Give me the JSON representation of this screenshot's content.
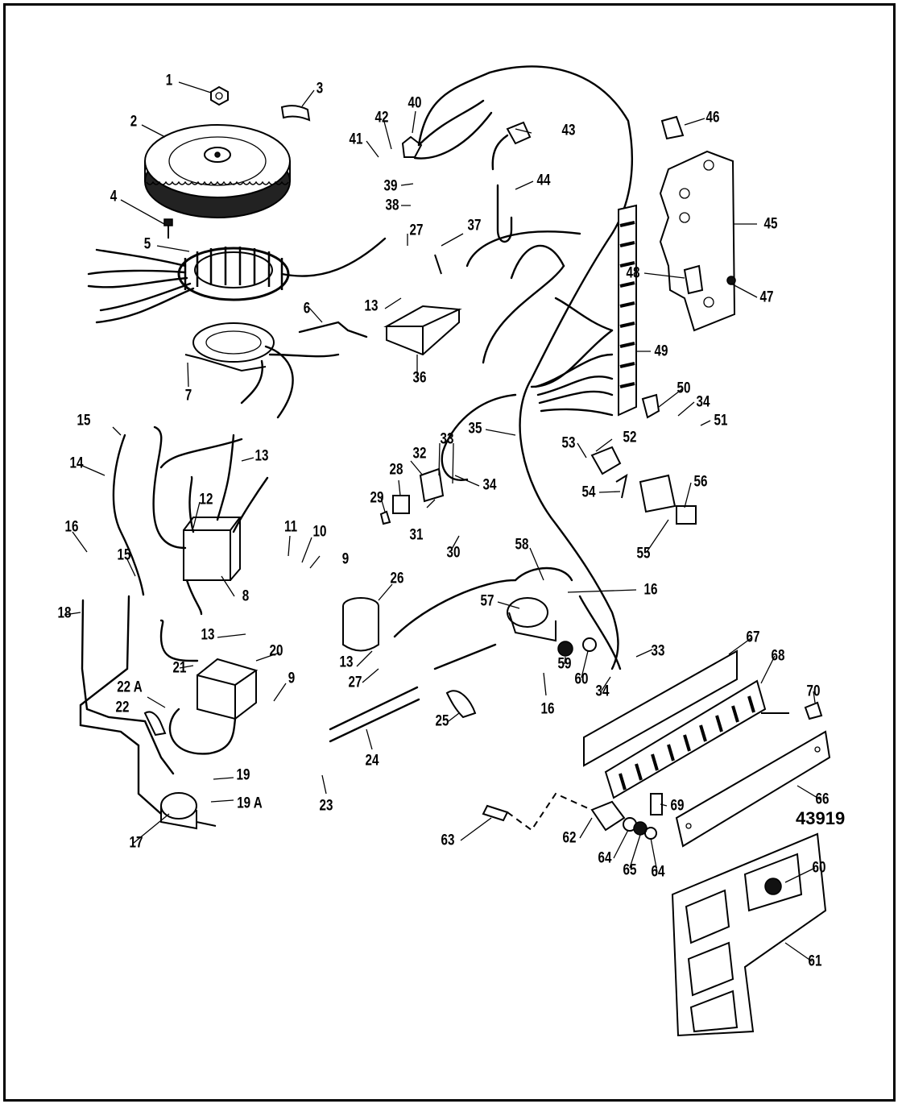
{
  "diagram": {
    "figure_number": "43919",
    "callouts": [
      {
        "id": "c1",
        "label": "1"
      },
      {
        "id": "c2",
        "label": "2"
      },
      {
        "id": "c3",
        "label": "3"
      },
      {
        "id": "c4",
        "label": "4"
      },
      {
        "id": "c5",
        "label": "5"
      },
      {
        "id": "c6",
        "label": "6"
      },
      {
        "id": "c7",
        "label": "7"
      },
      {
        "id": "c8",
        "label": "8"
      },
      {
        "id": "c9a",
        "label": "9"
      },
      {
        "id": "c9b",
        "label": "9"
      },
      {
        "id": "c10",
        "label": "10"
      },
      {
        "id": "c11",
        "label": "11"
      },
      {
        "id": "c12",
        "label": "12"
      },
      {
        "id": "c13a",
        "label": "13"
      },
      {
        "id": "c13b",
        "label": "13"
      },
      {
        "id": "c13c",
        "label": "13"
      },
      {
        "id": "c13d",
        "label": "13"
      },
      {
        "id": "c14",
        "label": "14"
      },
      {
        "id": "c15a",
        "label": "15"
      },
      {
        "id": "c15b",
        "label": "15"
      },
      {
        "id": "c16a",
        "label": "16"
      },
      {
        "id": "c16b",
        "label": "16"
      },
      {
        "id": "c16c",
        "label": "16"
      },
      {
        "id": "c17",
        "label": "17"
      },
      {
        "id": "c18",
        "label": "18"
      },
      {
        "id": "c19",
        "label": "19"
      },
      {
        "id": "c19A",
        "label": "19 A"
      },
      {
        "id": "c20",
        "label": "20"
      },
      {
        "id": "c21",
        "label": "21"
      },
      {
        "id": "c22",
        "label": "22"
      },
      {
        "id": "c22A",
        "label": "22 A"
      },
      {
        "id": "c23",
        "label": "23"
      },
      {
        "id": "c24",
        "label": "24"
      },
      {
        "id": "c25",
        "label": "25"
      },
      {
        "id": "c26",
        "label": "26"
      },
      {
        "id": "c27a",
        "label": "27"
      },
      {
        "id": "c27b",
        "label": "27"
      },
      {
        "id": "c28",
        "label": "28"
      },
      {
        "id": "c29",
        "label": "29"
      },
      {
        "id": "c30",
        "label": "30"
      },
      {
        "id": "c31",
        "label": "31"
      },
      {
        "id": "c32",
        "label": "32"
      },
      {
        "id": "c33a",
        "label": "33"
      },
      {
        "id": "c33b",
        "label": "33"
      },
      {
        "id": "c34a",
        "label": "34"
      },
      {
        "id": "c34b",
        "label": "34"
      },
      {
        "id": "c34c",
        "label": "34"
      },
      {
        "id": "c35",
        "label": "35"
      },
      {
        "id": "c36",
        "label": "36"
      },
      {
        "id": "c37",
        "label": "37"
      },
      {
        "id": "c38",
        "label": "38"
      },
      {
        "id": "c39",
        "label": "39"
      },
      {
        "id": "c40",
        "label": "40"
      },
      {
        "id": "c41",
        "label": "41"
      },
      {
        "id": "c42",
        "label": "42"
      },
      {
        "id": "c43",
        "label": "43"
      },
      {
        "id": "c44",
        "label": "44"
      },
      {
        "id": "c45",
        "label": "45"
      },
      {
        "id": "c46",
        "label": "46"
      },
      {
        "id": "c47",
        "label": "47"
      },
      {
        "id": "c48",
        "label": "48"
      },
      {
        "id": "c49",
        "label": "49"
      },
      {
        "id": "c50",
        "label": "50"
      },
      {
        "id": "c51",
        "label": "51"
      },
      {
        "id": "c52",
        "label": "52"
      },
      {
        "id": "c53",
        "label": "53"
      },
      {
        "id": "c54",
        "label": "54"
      },
      {
        "id": "c55",
        "label": "55"
      },
      {
        "id": "c56",
        "label": "56"
      },
      {
        "id": "c57",
        "label": "57"
      },
      {
        "id": "c58",
        "label": "58"
      },
      {
        "id": "c59",
        "label": "59"
      },
      {
        "id": "c60a",
        "label": "60"
      },
      {
        "id": "c60b",
        "label": "60"
      },
      {
        "id": "c61",
        "label": "61"
      },
      {
        "id": "c62",
        "label": "62"
      },
      {
        "id": "c63",
        "label": "63"
      },
      {
        "id": "c64a",
        "label": "64"
      },
      {
        "id": "c64b",
        "label": "64"
      },
      {
        "id": "c65",
        "label": "65"
      },
      {
        "id": "c66",
        "label": "66"
      },
      {
        "id": "c67",
        "label": "67"
      },
      {
        "id": "c68",
        "label": "68"
      },
      {
        "id": "c69",
        "label": "69"
      },
      {
        "id": "c70",
        "label": "70"
      }
    ]
  }
}
